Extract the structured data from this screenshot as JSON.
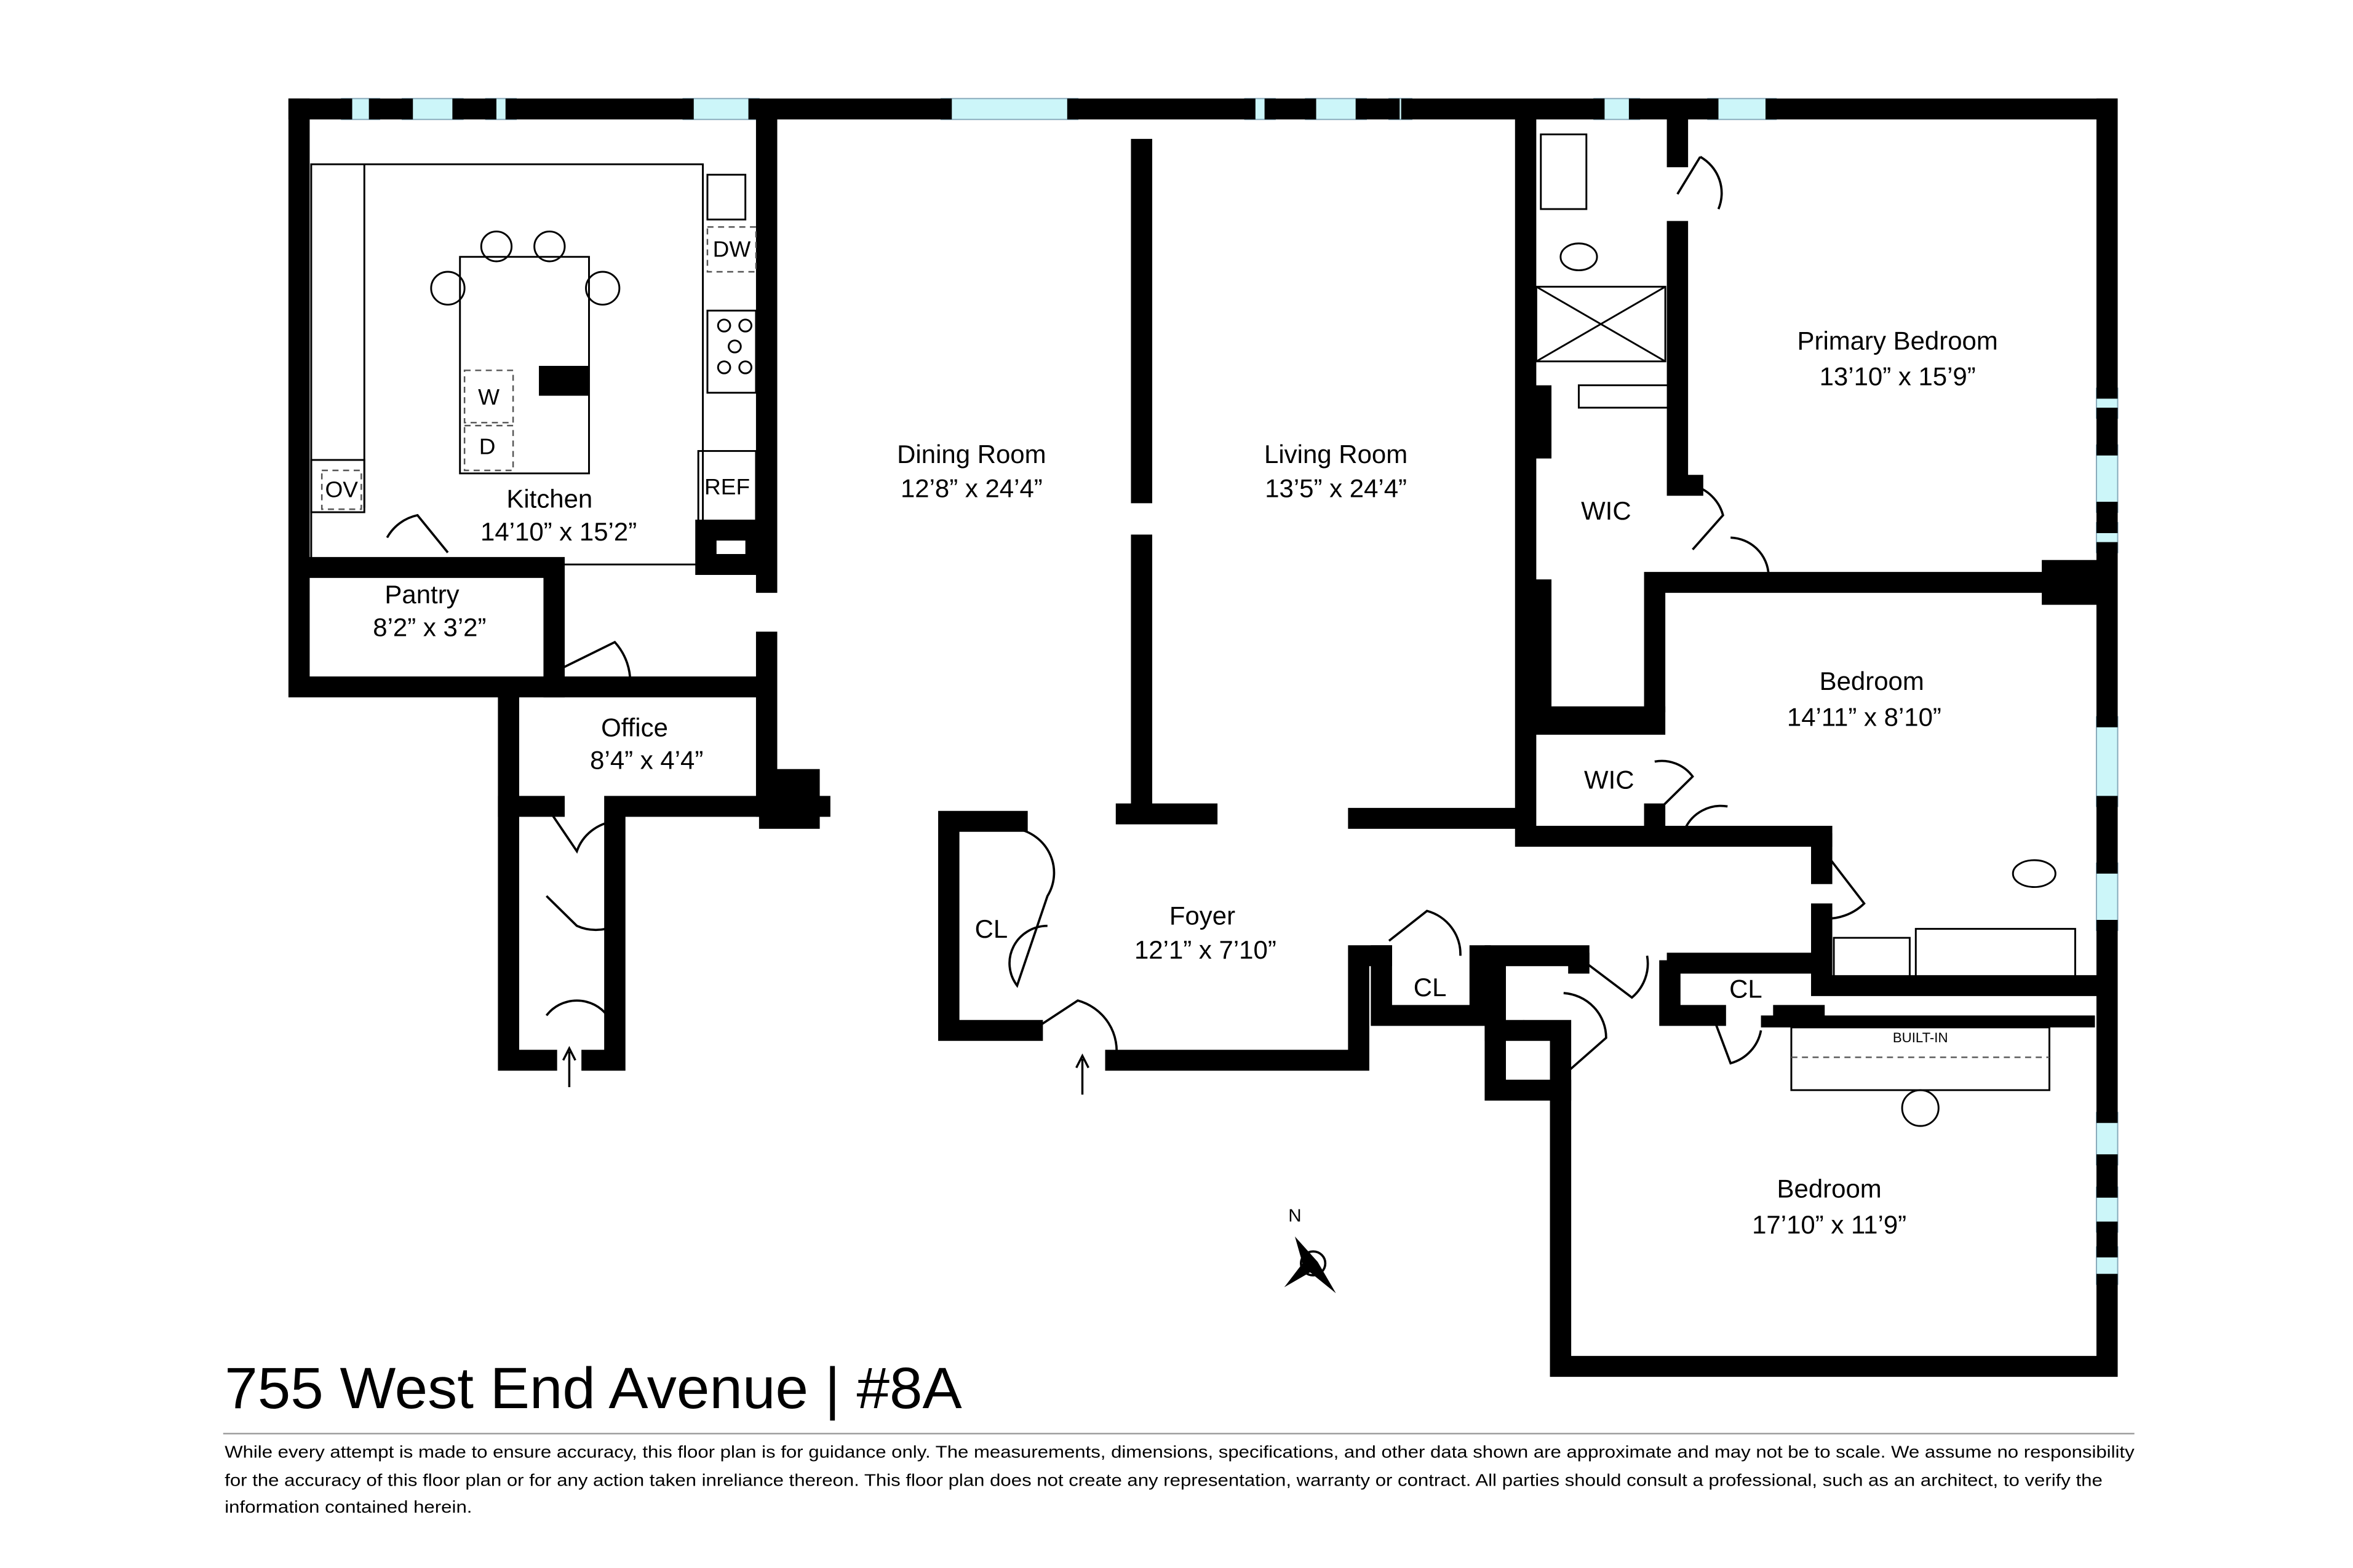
{
  "title": "755 West End Avenue | #8A",
  "disclaimer": [
    "While every attempt is made to ensure accuracy, this floor plan is for guidance only. The measurements, dimensions, specifications, and other data shown are approximate and may not be to scale.  We assume no responsibility",
    "for the accuracy of this floor plan or for any action taken inreliance thereon. This floor plan does not create any representation, warranty or contract. All parties should consult a professional, such as an architect, to verify the",
    "information contained herein."
  ],
  "rooms": {
    "kitchen": {
      "name": "Kitchen",
      "dims": "14’10” x 15’2”"
    },
    "pantry": {
      "name": "Pantry",
      "dims": "8’2” x 3’2”"
    },
    "office": {
      "name": "Office",
      "dims": "8’4” x 4’4”"
    },
    "dining": {
      "name": "Dining Room",
      "dims": "12’8” x 24’4”"
    },
    "living": {
      "name": "Living Room",
      "dims": "13’5” x 24’4”"
    },
    "foyer": {
      "name": "Foyer",
      "dims": "12’1” x 7’10”"
    },
    "primary": {
      "name": "Primary Bedroom",
      "dims": "13’10” x 15’9”"
    },
    "bedroom2": {
      "name": "Bedroom",
      "dims": "14’11” x 8’10”"
    },
    "bedroom3": {
      "name": "Bedroom",
      "dims": "17’10” x 11’9”"
    }
  },
  "fixtures": {
    "dw": "DW",
    "ref": "REF",
    "ov": "OV",
    "washer": "W",
    "dryer": "D",
    "wic": "WIC",
    "cl": "CL",
    "builtin": "BUILT-IN"
  },
  "compass": {
    "north": "N"
  },
  "colors": {
    "wall": "#000000",
    "window": "#ccf6f9",
    "background": "#ffffff"
  }
}
